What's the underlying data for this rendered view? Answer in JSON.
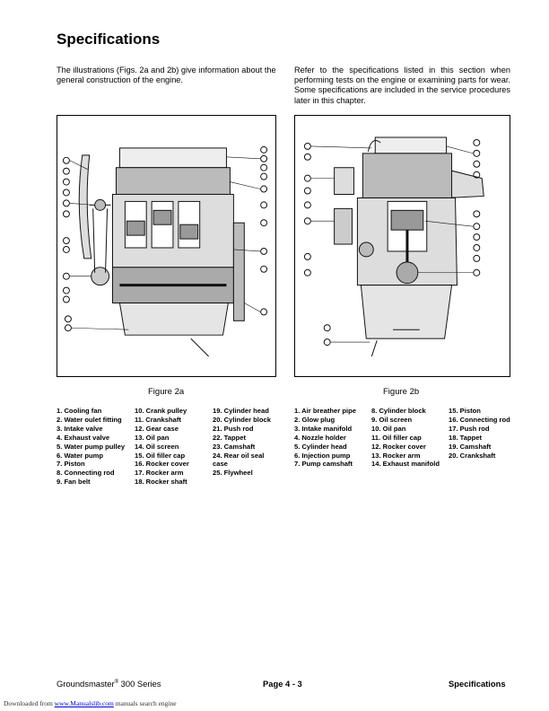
{
  "page": {
    "title": "Specifications",
    "intro_left": "The illustrations (Figs. 2a and 2b) give information about the general construction of the engine.",
    "intro_right": "Refer to the specifications listed in this section when performing tests on the engine or examining parts for wear. Some specifications are included in the service procedures later in this chapter."
  },
  "figures": [
    {
      "caption": "Figure 2a",
      "legend_cols": [
        [
          "1.  Cooling fan",
          "2. Water oulet fitting",
          "3. Intake valve",
          "4. Exhaust valve",
          "5. Water pump pulley",
          "6. Water pump",
          "7. Piston",
          "8. Connecting rod",
          "9. Fan belt"
        ],
        [
          "10. Crank pulley",
          "11. Crankshaft",
          "12. Gear case",
          "13. Oil pan",
          "14. Oil screen",
          "15. Oil filler cap",
          "16. Rocker cover",
          "17. Rocker arm",
          "18. Rocker shaft"
        ],
        [
          "19. Cylinder head",
          "20. Cylinder block",
          "21. Push rod",
          "22. Tappet",
          "23. Camshaft",
          "24. Rear oil seal case",
          "25. Flywheel"
        ]
      ]
    },
    {
      "caption": "Figure 2b",
      "legend_cols": [
        [
          "1. Air breather pipe",
          "2. Glow plug",
          "3. Intake manifold",
          "4. Nozzle holder",
          "5. Cylinder head",
          "6. Injection pump",
          "7. Pump camshaft"
        ],
        [
          "8. Cylinder block",
          "9. Oil screen",
          "10. Oil pan",
          "11. Oil filler cap",
          "12. Rocker cover",
          "13. Rocker arm",
          "14. Exhaust manifold"
        ],
        [
          "15. Piston",
          "16. Connecting rod",
          "17. Push rod",
          "18. Tappet",
          "19. Camshaft",
          "20. Crankshaft"
        ]
      ]
    }
  ],
  "footer": {
    "series_name": "Groundsmaster",
    "reg_mark": "®",
    "series_suffix": " 300 Series",
    "page_number": "Page 4 - 3",
    "section": "Specifications"
  },
  "watermark": {
    "prefix": "Downloaded from ",
    "link_text": "www.Manualslib.com",
    "suffix": " manuals search engine"
  }
}
